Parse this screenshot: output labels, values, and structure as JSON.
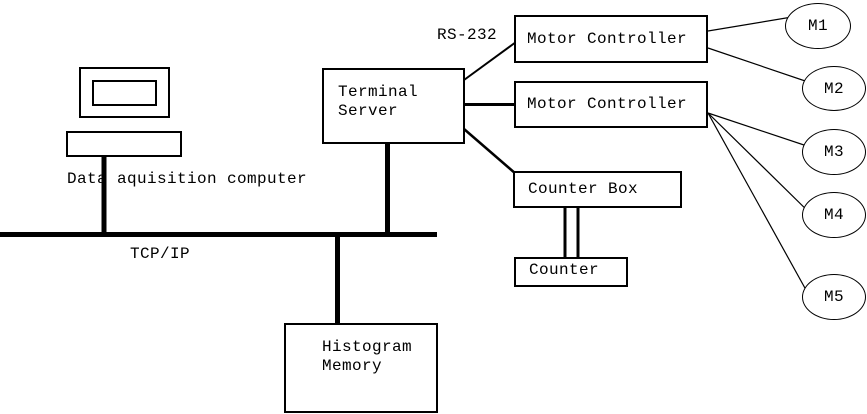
{
  "colors": {
    "ink": "#000000",
    "background": "#ffffff"
  },
  "diagram": {
    "computer_label": "Data aquisition computer",
    "bus_label": "TCP/IP",
    "serial_label": "RS-232",
    "terminal_server": {
      "line1": "Terminal",
      "line2": "Server"
    },
    "motor_controller_1": {
      "label": "Motor Controller"
    },
    "motor_controller_2": {
      "label": "Motor Controller"
    },
    "counter_box": {
      "label": "Counter Box"
    },
    "counter": {
      "label": "Counter"
    },
    "histogram_memory": {
      "line1": "Histogram",
      "line2": "Memory"
    },
    "motors": [
      {
        "label": "M1"
      },
      {
        "label": "M2"
      },
      {
        "label": "M3"
      },
      {
        "label": "M4"
      },
      {
        "label": "M5"
      }
    ]
  }
}
